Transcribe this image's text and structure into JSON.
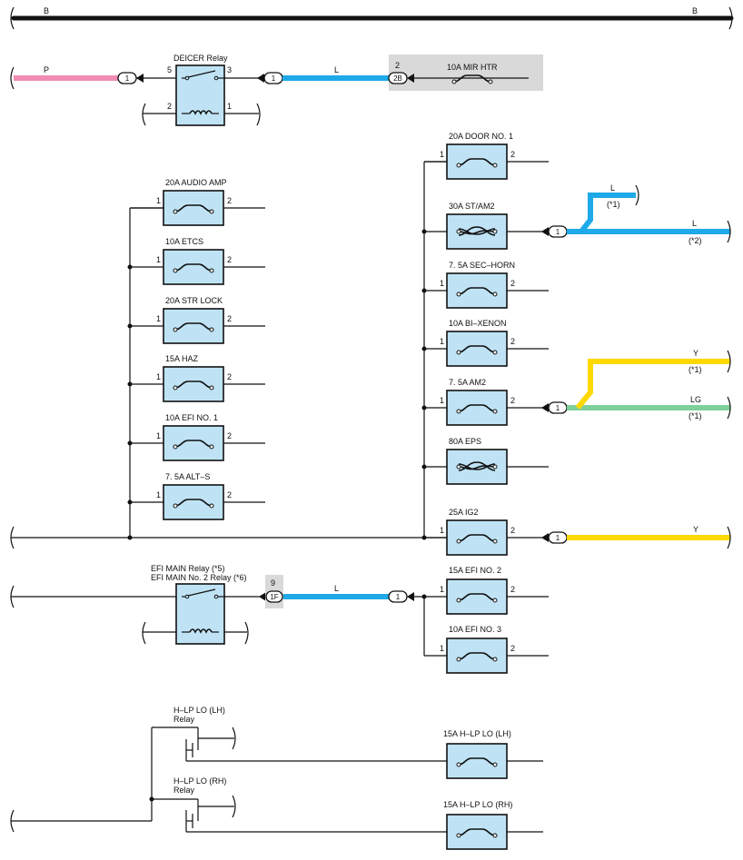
{
  "bus": {
    "left_label": "B",
    "right_label": "B"
  },
  "deicer": {
    "relay_label": "DEICER Relay",
    "pins": {
      "p5": "5",
      "p3": "3",
      "p2": "2",
      "p1": "1"
    },
    "in_wire_label": "P",
    "in_wire_color": "#f08cb4",
    "conn_in": "1",
    "conn_out": "1",
    "out_wire_label": "L",
    "out_wire_color": "#1ea9e8",
    "jb_pin": "2",
    "jb_id": "2B",
    "fuse_label": "10A MIR HTR"
  },
  "left_fuses": [
    {
      "label": "20A AUDIO AMP",
      "pin_in": "1",
      "pin_out": "2"
    },
    {
      "label": "10A ETCS",
      "pin_in": "1",
      "pin_out": "2"
    },
    {
      "label": "20A STR LOCK",
      "pin_in": "1",
      "pin_out": "2"
    },
    {
      "label": "15A HAZ",
      "pin_in": "1",
      "pin_out": "2"
    },
    {
      "label": "10A EFI NO. 1",
      "pin_in": "1",
      "pin_out": "2"
    },
    {
      "label": "7. 5A ALT–S",
      "pin_in": "1",
      "pin_out": "2"
    }
  ],
  "right_fuses": [
    {
      "label": "20A DOOR NO. 1",
      "pin_in": "1",
      "pin_out": "2"
    },
    {
      "label": "30A ST/AM2",
      "pin_in": "",
      "pin_out": ""
    },
    {
      "label": "7. 5A SEC–HORN",
      "pin_in": "1",
      "pin_out": "2"
    },
    {
      "label": "10A BI–XENON",
      "pin_in": "1",
      "pin_out": "2"
    },
    {
      "label": "7. 5A AM2",
      "pin_in": "1",
      "pin_out": "2"
    },
    {
      "label": "80A EPS",
      "pin_in": "",
      "pin_out": ""
    },
    {
      "label": "25A IG2",
      "pin_in": "1",
      "pin_out": "2"
    }
  ],
  "st_am2_out": {
    "conn": "1",
    "branch1_label": "L",
    "branch1_note": "(*1)",
    "branch2_label": "L",
    "branch2_note": "(*2)",
    "color": "#1ea9e8"
  },
  "am2_out": {
    "conn": "1",
    "branch1_label": "Y",
    "branch1_note": "(*1)",
    "branch1_color": "#ffd800",
    "branch2_label": "LG",
    "branch2_note": "(*1)",
    "branch2_color": "#7fcf9a"
  },
  "ig2_out": {
    "conn": "1",
    "label": "Y",
    "color": "#ffd800"
  },
  "efi_main": {
    "relay_label_1": "EFI MAIN Relay (*5)",
    "relay_label_2": "EFI MAIN No. 2 Relay (*6)",
    "jb_pin": "9",
    "jb_id": "1F",
    "wire_label": "L",
    "wire_color": "#1ea9e8",
    "conn": "1",
    "fuse1_label": "15A EFI NO. 2",
    "fuse1_pin_in": "1",
    "fuse1_pin_out": "2",
    "fuse2_label": "10A EFI NO. 3",
    "fuse2_pin_in": "1",
    "fuse2_pin_out": "2"
  },
  "hlp": {
    "relay_lh_label_1": "H–LP LO (LH)",
    "relay_lh_label_2": "Relay",
    "relay_rh_label_1": "H–LP LO (RH)",
    "relay_rh_label_2": "Relay",
    "fuse_lh_label": "15A H–LP LO (LH)",
    "fuse_rh_label": "15A H–LP LO (RH)"
  }
}
